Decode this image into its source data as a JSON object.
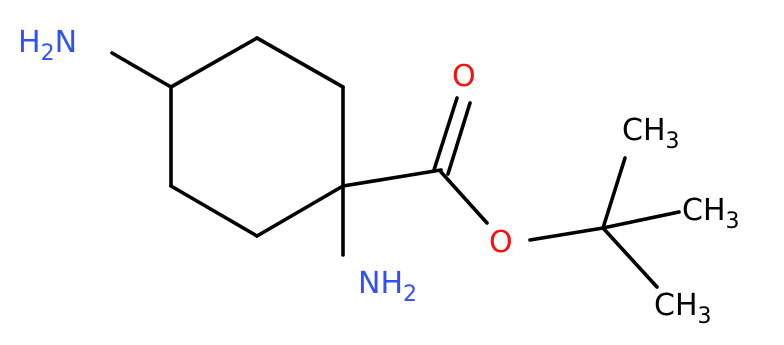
{
  "molecule": {
    "atoms": {
      "amine_top_left": {
        "main": "H",
        "sub": "2",
        "tail": "N",
        "color": "#3050F8"
      },
      "amine_bottom": {
        "main": "NH",
        "sub": "2",
        "color": "#3050F8"
      },
      "carbonyl_oxygen": {
        "text": "O",
        "color": "#FF0D0D"
      },
      "ester_oxygen": {
        "text": "O",
        "color": "#FF0D0D"
      },
      "methyl_top": {
        "main": "CH",
        "sub": "3",
        "color": "#000000"
      },
      "methyl_middle": {
        "main": "CH",
        "sub": "3",
        "color": "#000000"
      },
      "methyl_bottom": {
        "main": "CH",
        "sub": "3",
        "color": "#000000"
      }
    },
    "bond_color": "#000000"
  }
}
